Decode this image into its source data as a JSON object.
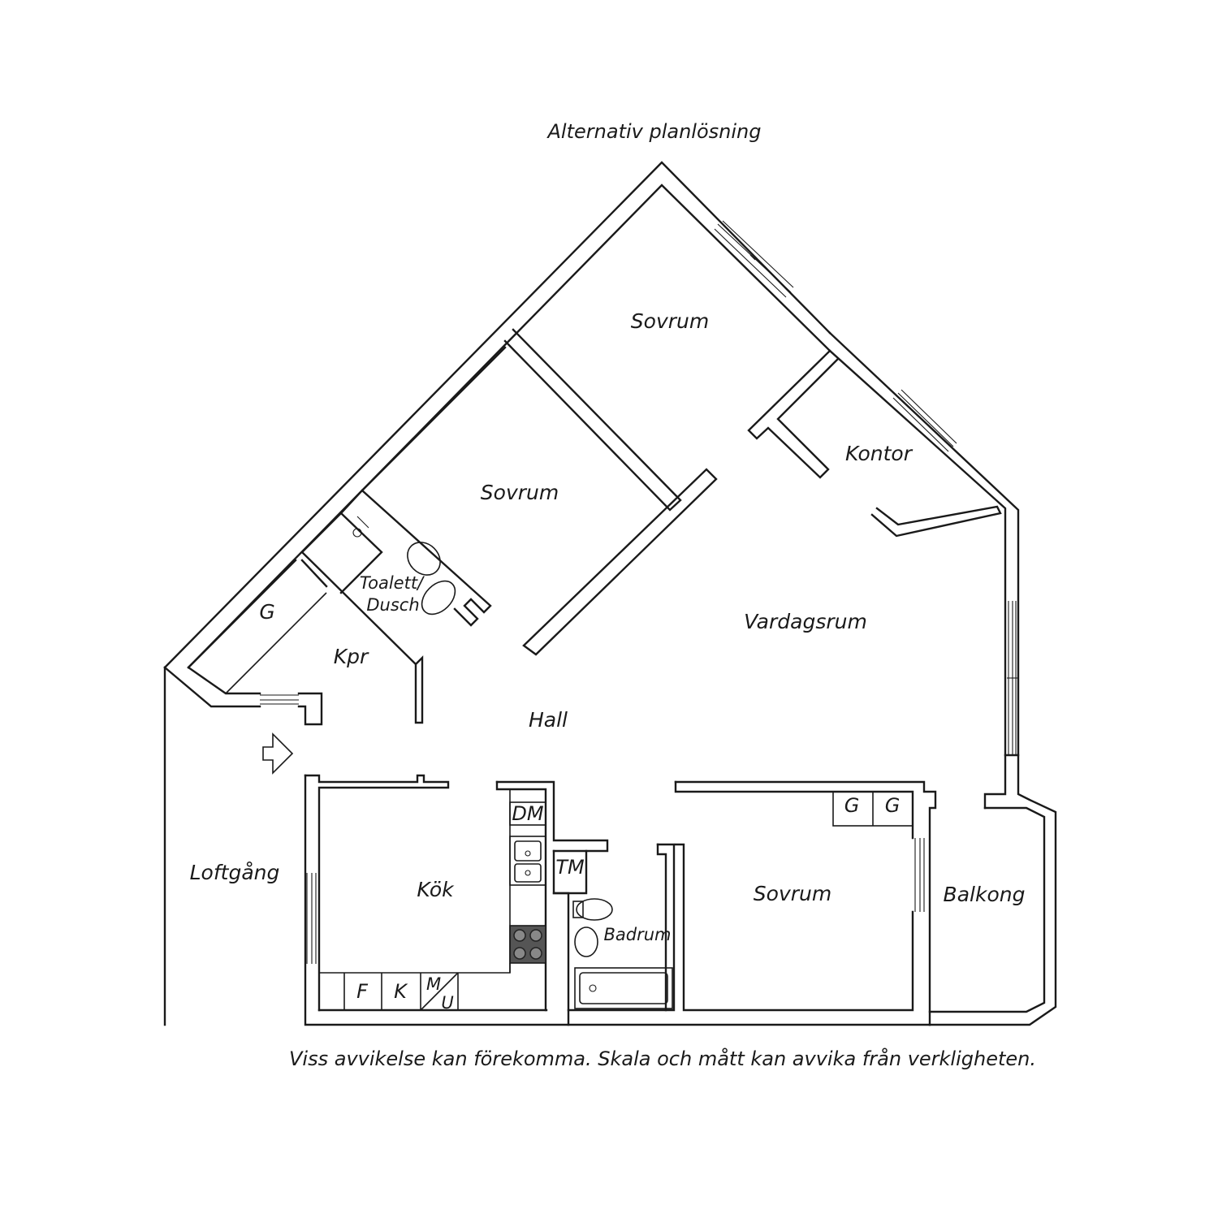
{
  "title": "Alternativ planlösning",
  "footnote": "Viss avvikelse kan förekomma. Skala och mått kan avvika från verkligheten.",
  "rooms": {
    "sovrum_top": "Sovrum",
    "sovrum_mid": "Sovrum",
    "kontor": "Kontor",
    "vardagsrum": "Vardagsrum",
    "toalett_line1": "Toalett/",
    "toalett_line2": "Dusch",
    "g_closet": "G",
    "kpr": "Kpr",
    "hall": "Hall",
    "loftgang": "Loftgång",
    "kok": "Kök",
    "badrum": "Badrum",
    "sovrum_bottom": "Sovrum",
    "balkong": "Balkong"
  },
  "fixtures": {
    "dm": "DM",
    "tm": "TM",
    "f": "F",
    "k": "K",
    "m": "M",
    "u": "U",
    "g1": "G",
    "g2": "G"
  },
  "icons": {
    "entrance": "entrance-arrow-icon",
    "sink": "sink-icon",
    "toilet": "toilet-icon",
    "stove": "stove-icon",
    "bathtub": "bathtub-icon",
    "window": "window-icon"
  }
}
